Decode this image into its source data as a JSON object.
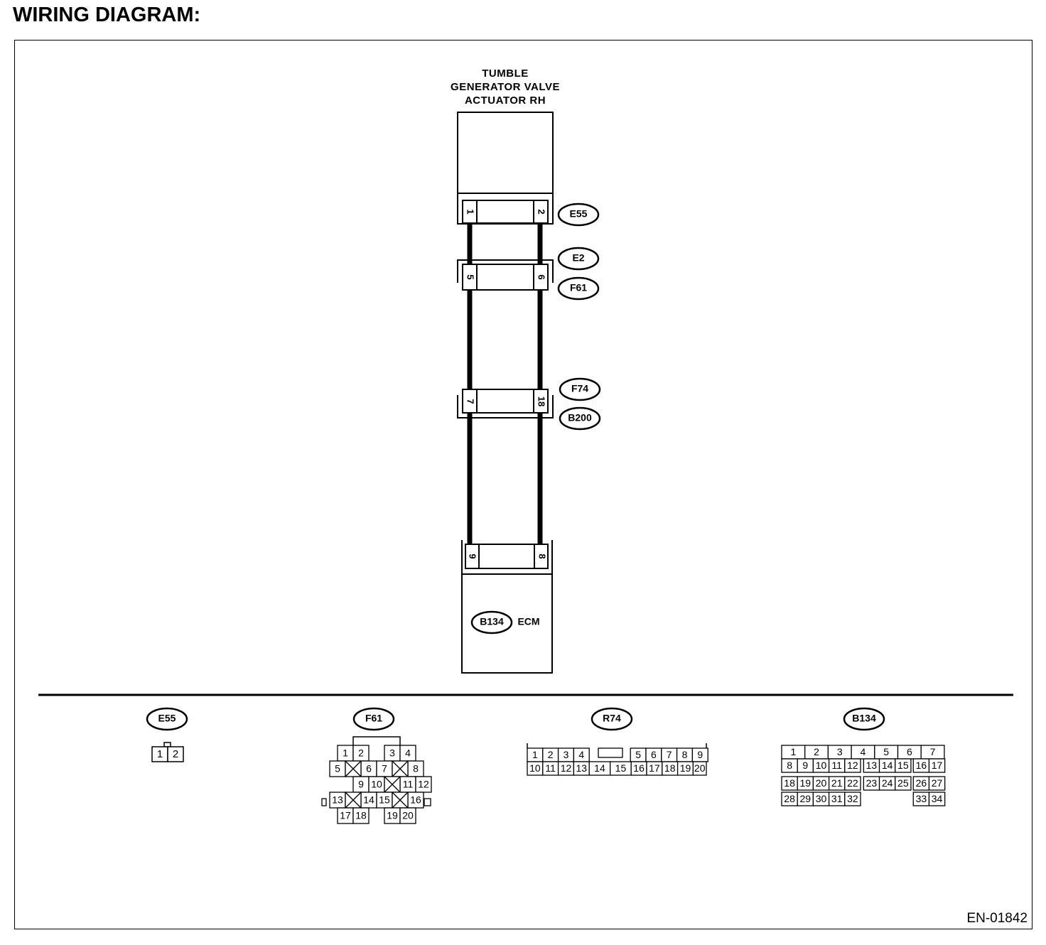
{
  "header": {
    "title": "WIRING DIAGRAM:"
  },
  "footer": {
    "doc_number": "EN-01842"
  },
  "components": {
    "actuator": {
      "lines": [
        "TUMBLE",
        "GENERATOR VALVE",
        "ACTUATOR RH"
      ]
    },
    "ecm": {
      "connector": "B134",
      "label": "ECM"
    }
  },
  "connectors": {
    "e55": {
      "id": "E55",
      "pin_left": "1",
      "pin_right": "2"
    },
    "e2_f61": {
      "id_top": "E2",
      "id_bottom": "F61",
      "pin_left": "5",
      "pin_right": "6"
    },
    "f74_b200": {
      "id_top": "F74",
      "id_bottom": "B200",
      "pin_left": "7",
      "pin_right": "18"
    },
    "b134": {
      "id": "B134",
      "pin_left": "9",
      "pin_right": "8"
    }
  },
  "pinouts": {
    "e55": {
      "id": "E55",
      "pins": [
        "1",
        "2"
      ]
    },
    "f61": {
      "id": "F61",
      "rows": [
        [
          "1",
          "2",
          "3",
          "4"
        ],
        [
          "5",
          "6",
          "7",
          "8"
        ],
        [
          "9",
          "10",
          "11",
          "12"
        ],
        [
          "13",
          "14",
          "15",
          "16"
        ],
        [
          "17",
          "18",
          "19",
          "20"
        ]
      ]
    },
    "r74": {
      "id": "R74",
      "top": [
        "1",
        "2",
        "3",
        "4",
        "5",
        "6",
        "7",
        "8",
        "9"
      ],
      "bottom": [
        "10",
        "11",
        "12",
        "13",
        "14",
        "15",
        "16",
        "17",
        "18",
        "19",
        "20"
      ]
    },
    "b134": {
      "id": "B134",
      "row1": [
        "1",
        "2",
        "3",
        "4",
        "5",
        "6",
        "7"
      ],
      "row2": [
        "8",
        "9",
        "10",
        "11",
        "12",
        "13",
        "14",
        "15",
        "16",
        "17"
      ],
      "row3": [
        "18",
        "19",
        "20",
        "21",
        "22",
        "23",
        "24",
        "25",
        "26",
        "27"
      ],
      "row4": [
        "28",
        "29",
        "30",
        "31",
        "32",
        "33",
        "34"
      ]
    }
  }
}
